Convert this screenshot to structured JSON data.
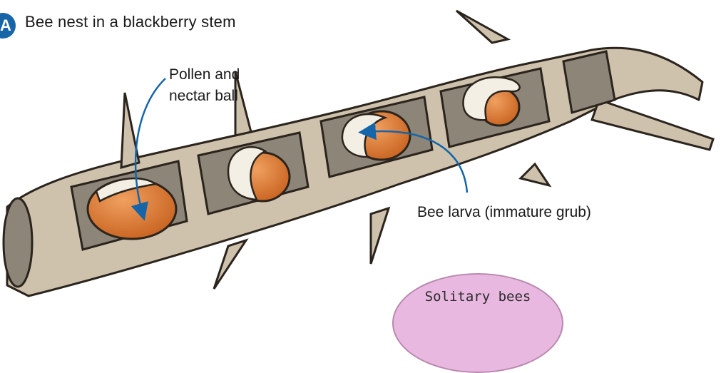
{
  "panel": {
    "badge": "A",
    "title": "Bee nest in a blackberry stem"
  },
  "labels": {
    "pollen_line1": "Pollen and",
    "pollen_line2": "nectar ball",
    "larva": "Bee larva (immature grub)"
  },
  "bubble": {
    "text": "Solitary bees",
    "color": "#e9b8e0"
  },
  "colors": {
    "stem": "#cfc2ad",
    "stem_outline": "#2b241d",
    "chamber": "#8d8577",
    "pollen": "#d9782e",
    "larva": "#f3efe4",
    "arrow": "#1565a8"
  }
}
